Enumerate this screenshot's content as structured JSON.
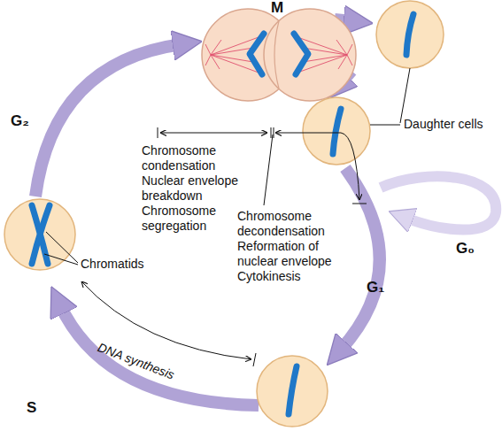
{
  "diagram": {
    "labels": [
      "M",
      "Daughter cells",
      "G₂",
      "Chromosome condensation",
      "Nuclear envelope breakdown",
      "Chromosome segregation",
      "Chromatids",
      "Chromosome decondensation",
      "Reformation of nuclear envelope",
      "Cytokinesis",
      "G₀",
      "G₁",
      "DNA synthesis",
      "S"
    ]
  }
}
